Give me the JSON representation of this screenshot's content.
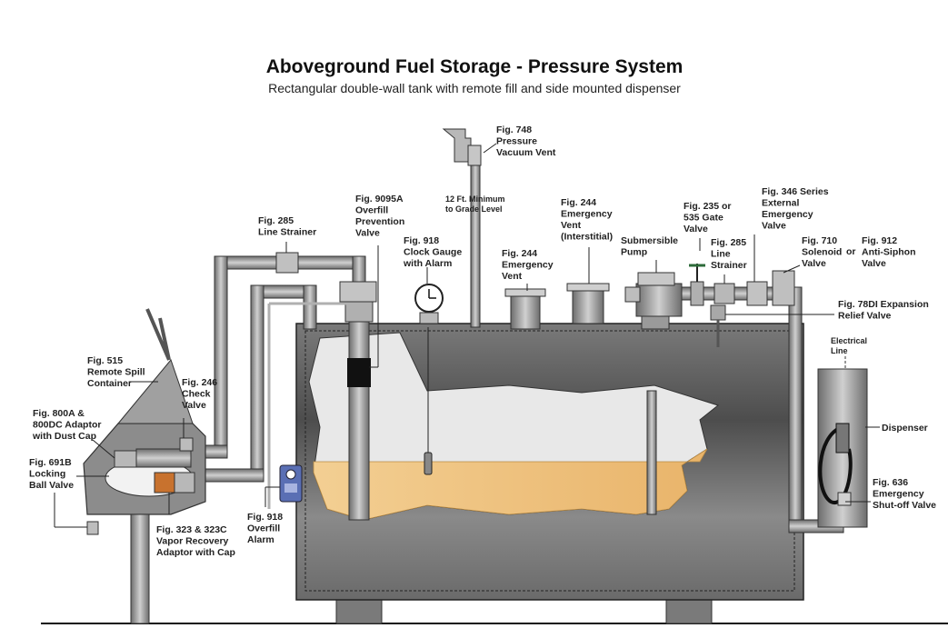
{
  "title": "Aboveground Fuel Storage - Pressure System",
  "subtitle": "Rectangular double-wall tank with remote fill and side mounted dispenser",
  "labels": {
    "fig748": [
      "Fig. 748",
      "Pressure",
      "Vacuum Vent"
    ],
    "min12ft": [
      "12 Ft. Minimum",
      "to Grade Level"
    ],
    "fig9095a": [
      "Fig. 9095A",
      "Overfill",
      "Prevention",
      "Valve"
    ],
    "fig918clock": [
      "Fig. 918",
      "Clock Gauge",
      "with Alarm"
    ],
    "fig285left": [
      "Fig. 285",
      "Line Strainer"
    ],
    "fig244vent": [
      "Fig. 244",
      "Emergency",
      "Vent"
    ],
    "fig244int": [
      "Fig. 244",
      "Emergency",
      "Vent",
      "(Interstitial)"
    ],
    "subpump": [
      "Submersible",
      "Pump"
    ],
    "fig235": [
      "Fig. 235 or",
      "535 Gate",
      "Valve"
    ],
    "fig285right": [
      "Fig. 285",
      "Line",
      "Strainer"
    ],
    "fig346": [
      "Fig. 346 Series",
      "External",
      "Emergency",
      "Valve"
    ],
    "fig710": [
      "Fig. 710",
      "Solenoid",
      "Valve"
    ],
    "or": "or",
    "fig912": [
      "Fig. 912",
      "Anti-Siphon",
      "Valve"
    ],
    "fig78di": [
      "Fig. 78DI Expansion",
      "Relief Valve"
    ],
    "electrical": [
      "Electrical",
      "Line"
    ],
    "dispenser": "Dispenser",
    "fig636": [
      "Fig. 636",
      "Emergency",
      "Shut-off Valve"
    ],
    "fig515": [
      "Fig. 515",
      "Remote Spill",
      "Container"
    ],
    "fig246": [
      "Fig. 246",
      "Check",
      "Valve"
    ],
    "fig800a": [
      "Fig. 800A &",
      "800DC Adaptor",
      "with Dust Cap"
    ],
    "fig691b": [
      "Fig. 691B",
      "Locking",
      "Ball Valve"
    ],
    "fig323": [
      "Fig. 323 & 323C",
      "Vapor Recovery",
      "Adaptor with Cap"
    ],
    "fig918alarm": [
      "Fig. 918",
      "Overfill",
      "Alarm"
    ]
  },
  "colors": {
    "tank_dark": "#5a5a5a",
    "tank_light": "#d8d8d8",
    "fuel": "#f0c27a",
    "pipe": "#9a9a9a",
    "alarm_blue": "#5a6fb4",
    "coupler_orange": "#c8722e"
  }
}
